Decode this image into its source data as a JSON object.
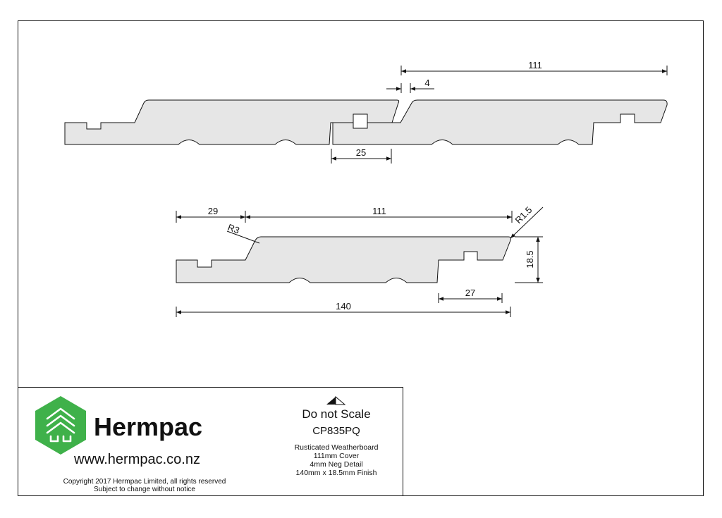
{
  "profile_top": {
    "dim_cover": "111",
    "dim_gap": "4",
    "dim_overlap": "25"
  },
  "profile_bottom": {
    "dim_left": "29",
    "dim_cover": "111",
    "dim_width": "140",
    "dim_right_groove": "27",
    "dim_thickness": "18.5",
    "radius_left": "R3",
    "radius_right": "R1.5"
  },
  "title_block": {
    "brand": "Hermpac",
    "website": "www.hermpac.co.nz",
    "copyright_line1": "Copyright 2017 Hermpac Limited, all rights reserved",
    "copyright_line2": "Subject to change without notice",
    "scale_note": "Do not Scale",
    "product_code": "CP835PQ",
    "description": [
      "Rusticated Weatherboard",
      "111mm Cover",
      "4mm Neg Detail",
      "140mm x 18.5mm Finish"
    ],
    "logo_color": "#3fb14a",
    "logo_icon": "house-stack-icon",
    "scale_icon": "triangle-icon"
  }
}
